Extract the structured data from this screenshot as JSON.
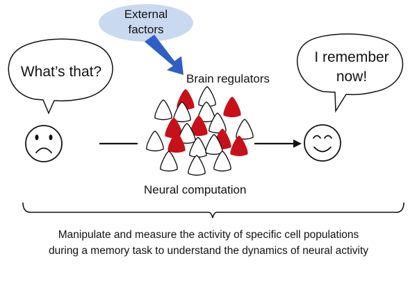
{
  "external_factors": {
    "line1": "External",
    "line2": "factors"
  },
  "brain_regulators": "Brain regulators",
  "left_bubble": "What’s that?",
  "right_bubble": {
    "line1": "I remember",
    "line2": "now!"
  },
  "neural_computation": "Neural computation",
  "caption": {
    "line1": "Manipulate and measure the activity of specific cell populations",
    "line2": "during a memory task to understand the dynamics of neural activity"
  },
  "colors": {
    "ellipse_fill": "#c9d9ef",
    "arrow_blue": "#2f5fc4",
    "neuron_red": "#c8101a",
    "stroke": "#111111"
  },
  "icons": {
    "left_face": "sad-face-icon",
    "right_face": "happy-face-icon"
  }
}
